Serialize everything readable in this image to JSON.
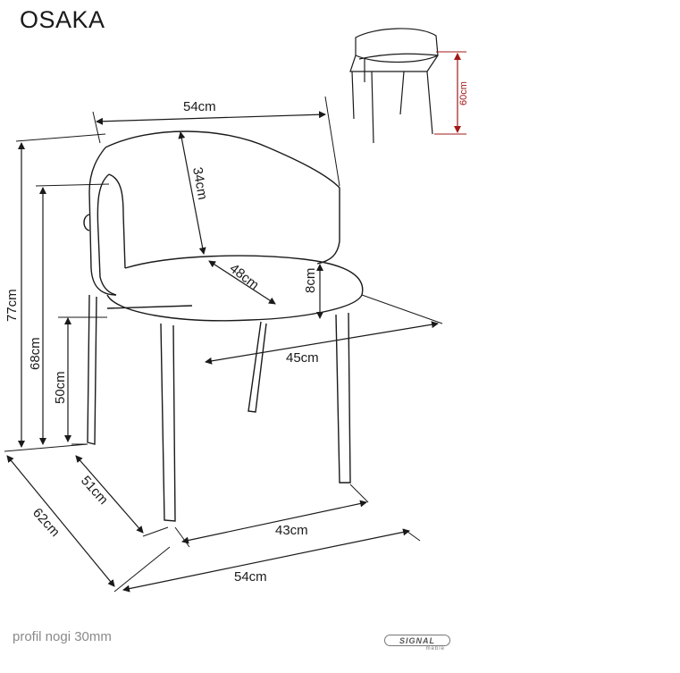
{
  "title": "OSAKA",
  "footer_note": "profil nogi 30mm",
  "brand": {
    "name": "SIGNAL",
    "subtitle": "meble"
  },
  "dimensions": {
    "backrest_width": "54cm",
    "backrest_height": "34cm",
    "total_height": "77cm",
    "armrest_height": "68cm",
    "seat_height": "50cm",
    "seat_depth_diag": "48cm",
    "seat_thickness": "8cm",
    "seat_width": "45cm",
    "leg_depth": "51cm",
    "total_depth": "62cm",
    "leg_width": "43cm",
    "total_width": "54cm",
    "inset_height": "60cm"
  },
  "colors": {
    "line": "#1a1a1a",
    "accent": "#a11818"
  }
}
